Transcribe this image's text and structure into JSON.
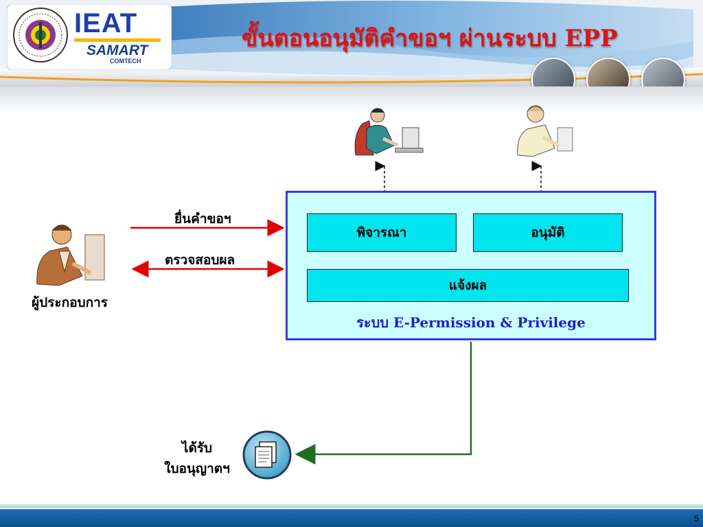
{
  "header": {
    "title": "ขั้นตอนอนุมัติคำขอฯ ผ่านระบบ EPP",
    "logo_ieat": "IEAT",
    "logo_samart": "SAMART",
    "logo_comtech": "COMTECH"
  },
  "diagram": {
    "applicant_label": "ผู้ประกอบการ",
    "submit_label": "ยื่นคำขอฯ",
    "check_label": "ตรวจสอบผล",
    "consider_label": "พิจารณา",
    "approve_label": "อนุมัติ",
    "notify_label": "แจ้งผล",
    "system_label": "ระบบ E-Permission & Privilege",
    "receive_line1": "ได้รับ",
    "receive_line2": "ใบอนุญาตฯ"
  },
  "footer": {
    "page_number": "5"
  },
  "colors": {
    "title_red": "#d8141a",
    "system_fill": "#ccffff",
    "system_border": "#3a3ae0",
    "step_fill": "#00e5ee",
    "arrow_red": "#e00000",
    "arrow_green": "#1f6e1f",
    "footer_blue": "#1b6fb5"
  }
}
